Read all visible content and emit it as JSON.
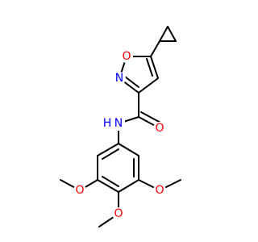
{
  "colors": {
    "bond": "#000000",
    "O": "#ff0000",
    "N": "#0000ff",
    "background": "#ffffff"
  },
  "molecule": {
    "atom_labels": {
      "o_ring": "O",
      "n_ring": "N",
      "o_carbonyl": "O",
      "n_amide": "N",
      "h_amide": "H",
      "o_meo_left": "O",
      "o_meo_right": "O",
      "o_meo_bottom": "O"
    }
  }
}
